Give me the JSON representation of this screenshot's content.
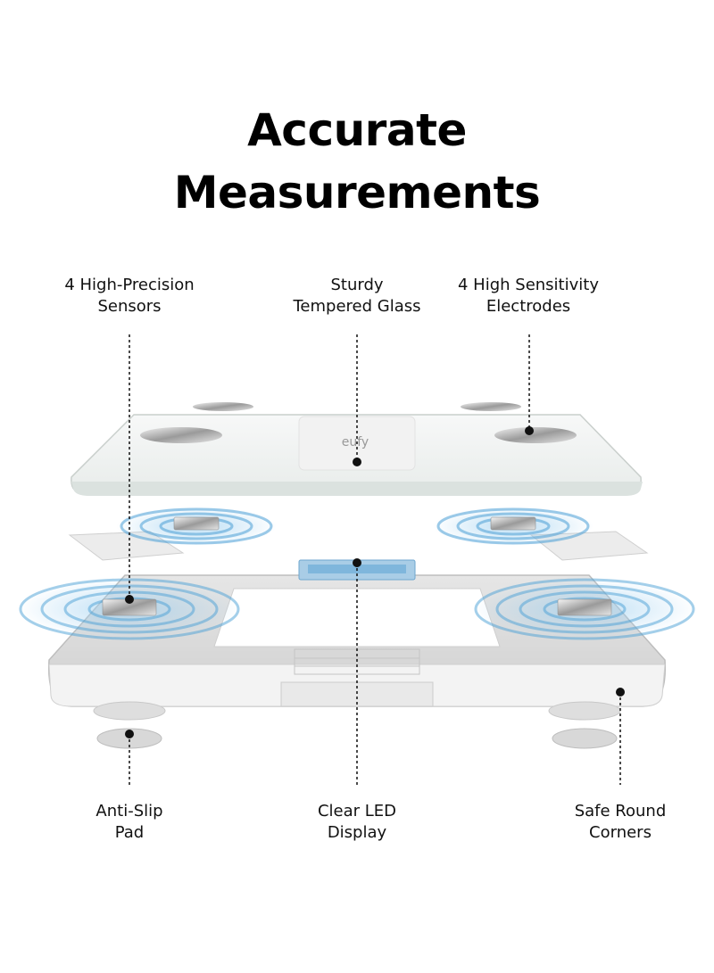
{
  "title": {
    "line1": "Accurate",
    "line2": "Measurements"
  },
  "logo": {
    "text": "eufy"
  },
  "callouts": {
    "sensors": {
      "line1": "4 High-Precision",
      "line2": "Sensors"
    },
    "glass": {
      "line1": "Sturdy",
      "line2": "Tempered Glass"
    },
    "electrodes": {
      "line1": "4 High Sensitivity",
      "line2": "Electrodes"
    },
    "pad": {
      "line1": "Anti-Slip",
      "line2": "Pad"
    },
    "display": {
      "line1": "Clear LED",
      "line2": "Display"
    },
    "corners": {
      "line1": "Safe Round",
      "line2": "Corners"
    }
  },
  "colors": {
    "wave": "#4a9fd6",
    "line": "#111111",
    "glass": "#eef1f0",
    "frame": "#dcdcdc"
  }
}
